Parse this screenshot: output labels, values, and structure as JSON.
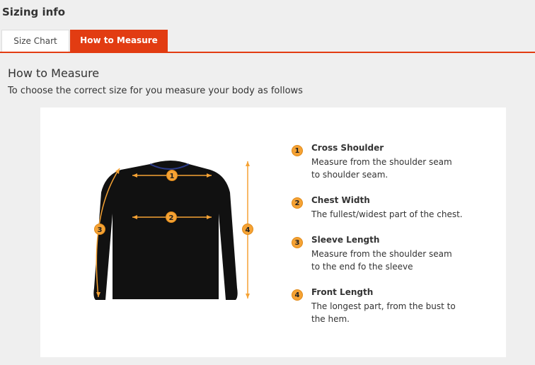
{
  "header": {
    "title": "Sizing info"
  },
  "tabs": [
    {
      "label": "Size Chart",
      "active": false
    },
    {
      "label": "How to Measure",
      "active": true
    }
  ],
  "section": {
    "title": "How to Measure",
    "subtitle": "To choose the correct size for you measure your body as follows"
  },
  "diagram": {
    "marker_labels": [
      "1",
      "2",
      "3",
      "4"
    ],
    "accent": "#f5a234",
    "garment_color": "#111111"
  },
  "steps": [
    {
      "number": "1",
      "title": "Cross Shoulder",
      "lines": [
        "Measure from the shoulder seam",
        "to shoulder seam."
      ]
    },
    {
      "number": "2",
      "title": "Chest Width",
      "lines": [
        "The fullest/widest part of the chest."
      ]
    },
    {
      "number": "3",
      "title": "Sleeve Length",
      "lines": [
        "Measure from the shoulder seam",
        "to the end fo the sleeve"
      ]
    },
    {
      "number": "4",
      "title": "Front Length",
      "lines": [
        "The longest part, from the bust to",
        "the hem."
      ]
    }
  ]
}
